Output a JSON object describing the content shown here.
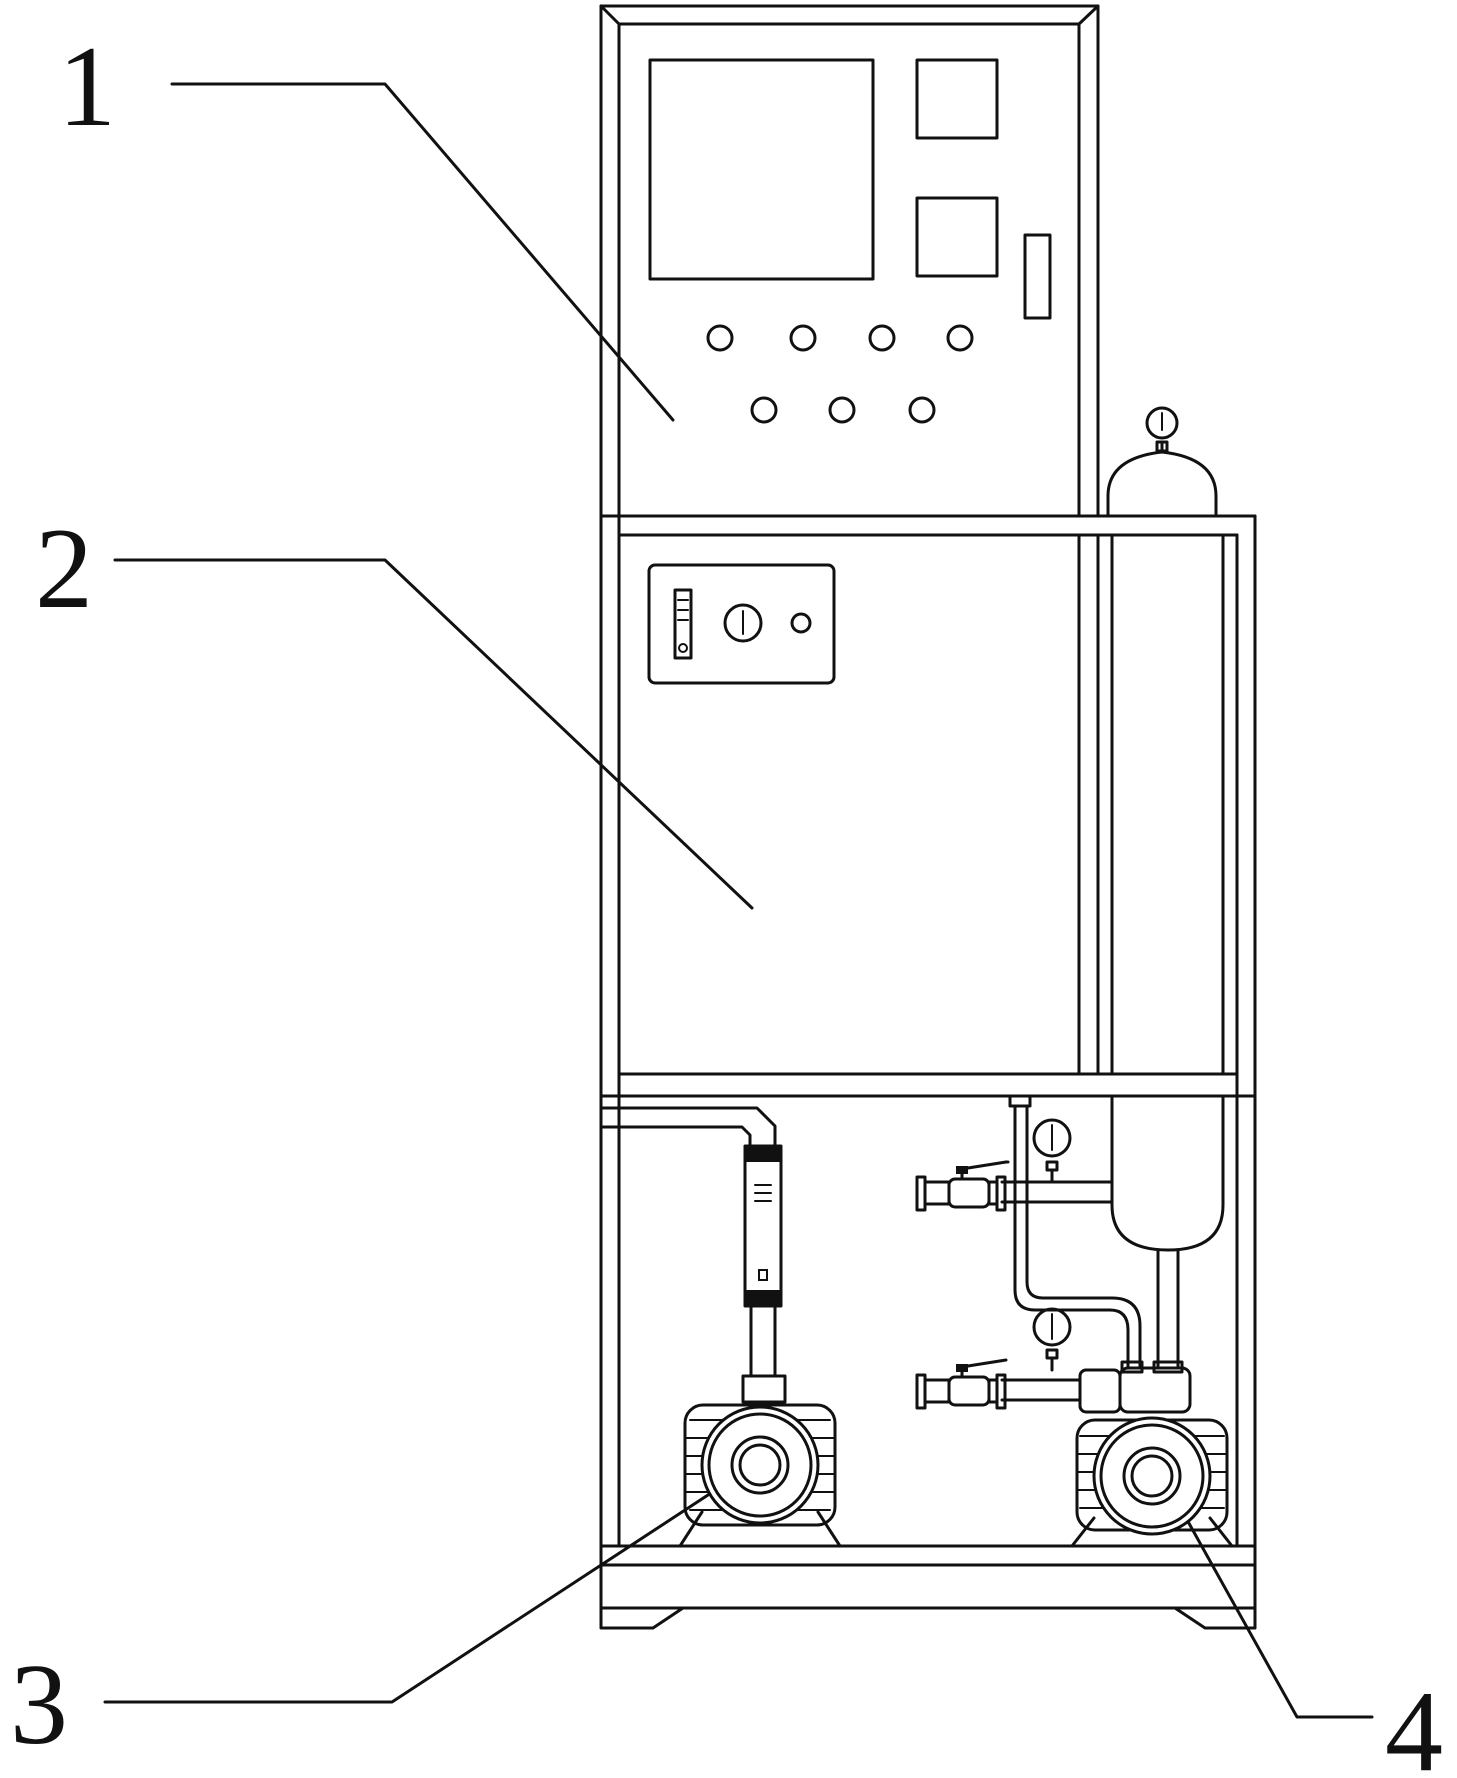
{
  "callouts": [
    {
      "number": "1"
    },
    {
      "number": "2"
    },
    {
      "number": "3"
    },
    {
      "number": "4"
    }
  ],
  "colors": {
    "line": "#111111",
    "background": "#ffffff"
  },
  "components": {
    "control_panel_screens": 3,
    "control_panel_buttons": 7,
    "pressure_gauges": 4,
    "ball_valves": 2,
    "pumps": 2
  }
}
